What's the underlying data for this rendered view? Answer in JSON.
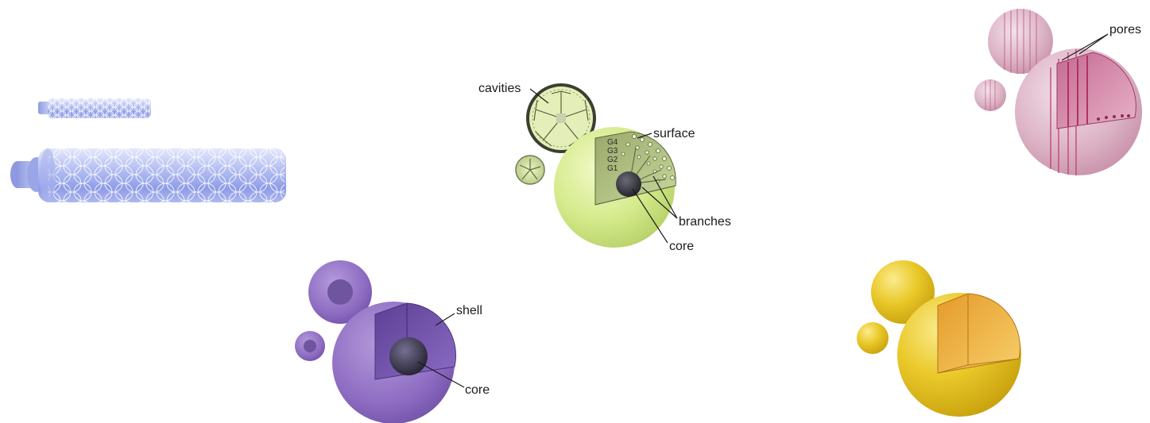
{
  "dendrimer": {
    "labels": {
      "cavities": "cavities",
      "surface": "surface",
      "branches": "branches",
      "core": "core"
    },
    "generations": [
      "G4",
      "G3",
      "G2",
      "G1"
    ],
    "colors": {
      "body": "#d4e88a",
      "rim": "#3a4030",
      "core": "#2b2b33"
    }
  },
  "mesoporous": {
    "labels": {
      "pores": "pores"
    },
    "colors": {
      "body": "#d9a9bd",
      "pore": "#c04a6e"
    }
  },
  "core_shell": {
    "labels": {
      "shell": "shell",
      "core": "core"
    },
    "colors": {
      "shell": "#8f6cc0",
      "core": "#2b2a3a"
    }
  },
  "nanotube": {
    "colors": {
      "body": "#b8c2f0",
      "mesh": "#ffffff"
    }
  },
  "solid_sphere": {
    "colors": {
      "body": "#e6c21a",
      "cut": "#f2b640"
    }
  }
}
